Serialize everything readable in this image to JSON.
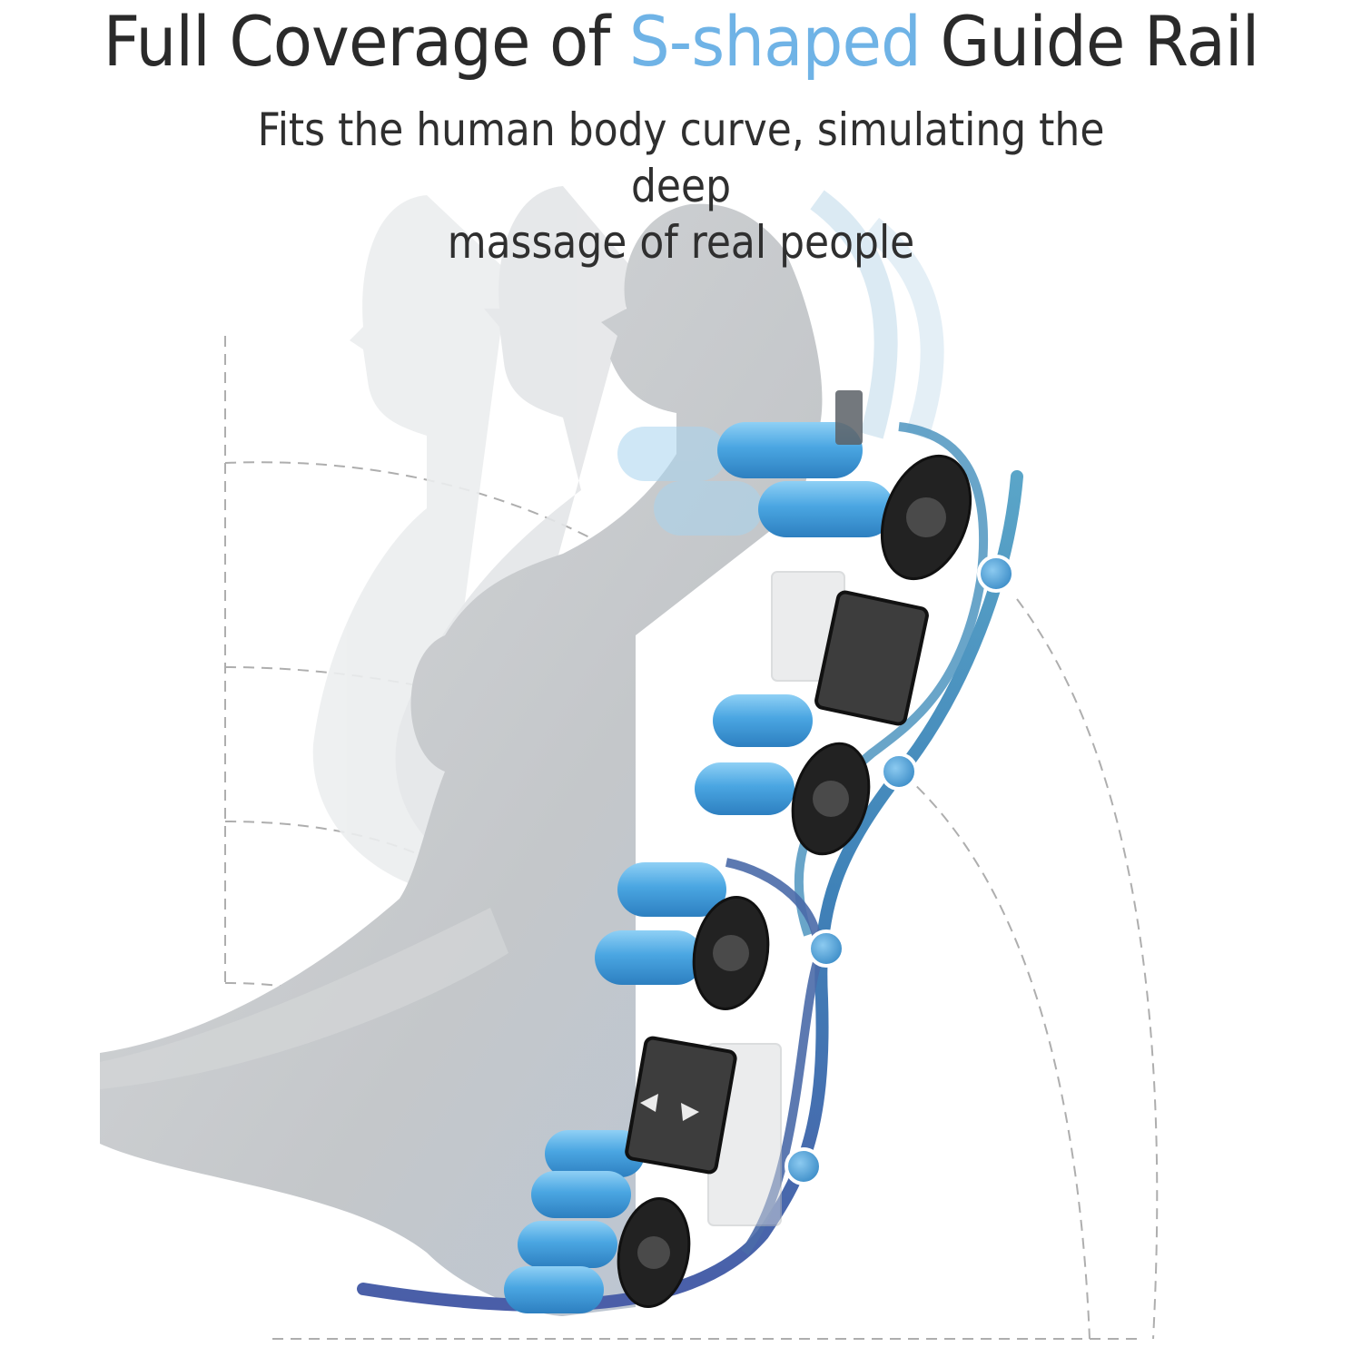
{
  "header": {
    "title_part1": "Full Coverage of ",
    "title_accent": "S-shaped",
    "title_part2": " Guide Rail",
    "subtitle_line1": "Fits the human body curve, simulating the deep",
    "subtitle_line2": "massage of real people"
  },
  "colors": {
    "accent": "#6fb3e6",
    "title_text": "#2a2a2a",
    "rail_dark": "#4a6aa8",
    "rail_light": "#4f95bf",
    "roller_blue": "#4aa6e2",
    "body_gray": "#c9cccf"
  },
  "illustration": {
    "subject": "massage-chair-mechanism-with-human-figure",
    "rail_nodes": 4
  }
}
